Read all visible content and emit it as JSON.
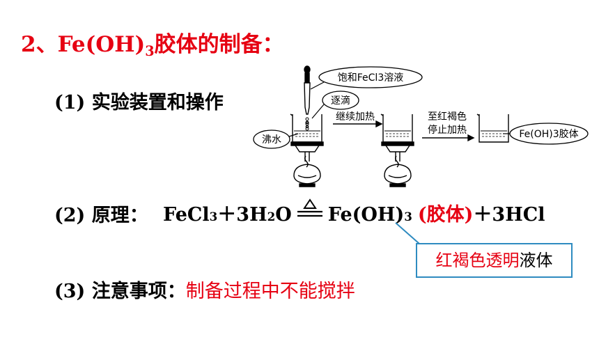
{
  "title": {
    "number": "2、",
    "formula_main": "Fe(OH)",
    "formula_sub": "3",
    "text": "胶体的制备："
  },
  "section1": {
    "label": "(1) 实验装置和操作"
  },
  "apparatus": {
    "reagent_bubble": "饱和FeCl3溶液",
    "drip_bubble": "逐滴",
    "water_bubble": "沸水",
    "arrow1_label": "继续加热",
    "arrow2_label_line1": "至红褐色",
    "arrow2_label_line2": "停止加热",
    "product_bubble": "Fe(OH)3胶体"
  },
  "section2": {
    "label": "(2) 原理：",
    "reactant1": "FeCl",
    "reactant1_sub": "3",
    "plus1": "＋3H",
    "reactant2_sub": "2",
    "reactant2_tail": "O",
    "product1": "Fe(OH)",
    "product1_sub": "3",
    "product1_note": "(胶体)",
    "plus2": "＋3HCl"
  },
  "callout": {
    "red_text": "红褐色透明",
    "black_text": "液体",
    "border_color": "#2e8bc0"
  },
  "section3": {
    "label": "(3) 注意事项：",
    "note": "制备过程中不能搅拌"
  },
  "colors": {
    "accent_red": "#e60012"
  }
}
